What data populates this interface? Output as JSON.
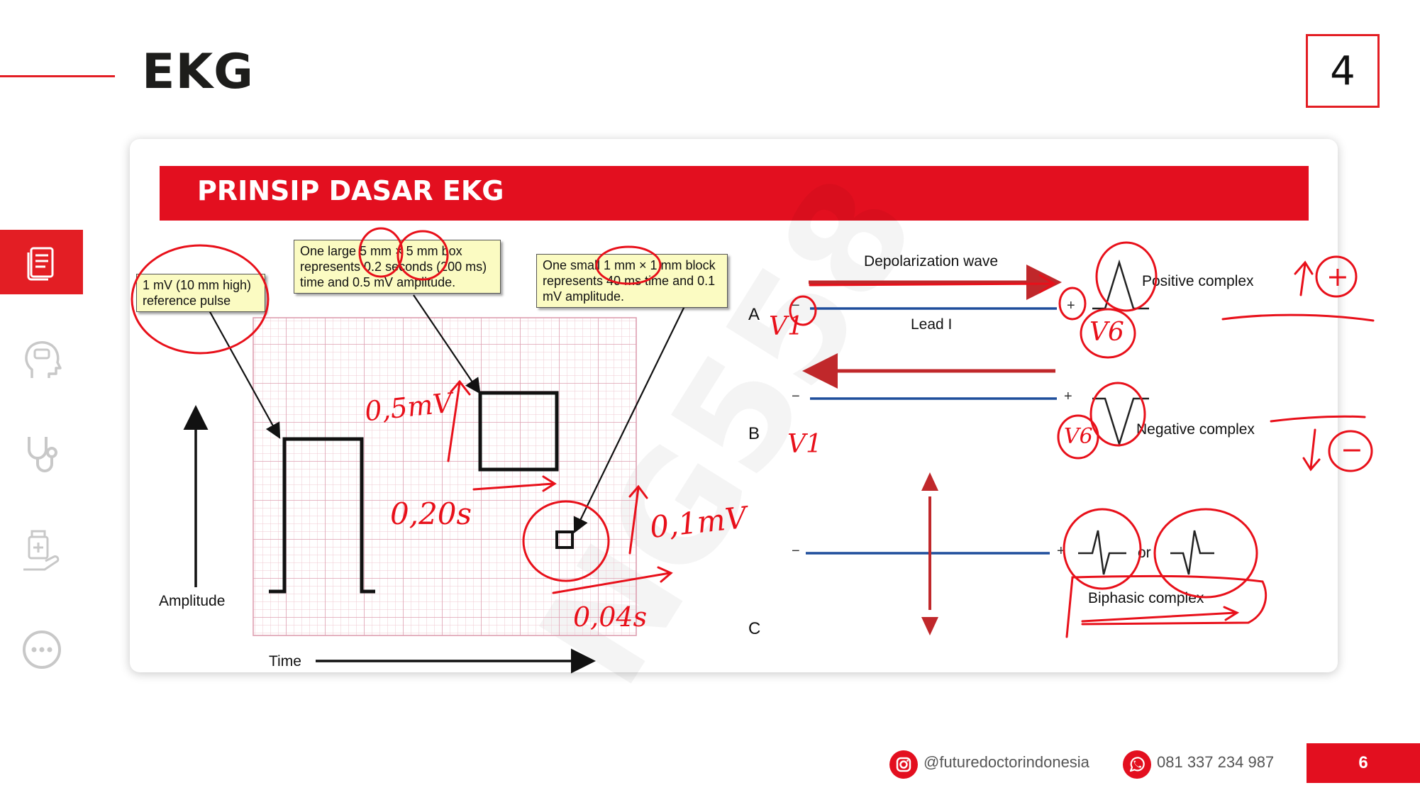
{
  "slide": {
    "title": "EKG",
    "chapter_number": "4",
    "section_header": "PRINSIP DASAR EKG",
    "page_number": "6"
  },
  "sidebar": {
    "items": [
      {
        "icon": "document-icon",
        "active": true
      },
      {
        "icon": "head-icon",
        "active": false
      },
      {
        "icon": "stethoscope-icon",
        "active": false
      },
      {
        "icon": "medicine-icon",
        "active": false
      },
      {
        "icon": "more-icon",
        "active": false
      }
    ]
  },
  "figure_left": {
    "callout_ref_pulse": "1 mV (10 mm high) reference pulse",
    "callout_large_box": "One large 5 mm × 5 mm box represents 0.2 seconds (200 ms) time and 0.5 mV amplitude.",
    "callout_small_box": "One small 1 mm × 1 mm block represents 40 ms time and 0.1 mV amplitude.",
    "amplitude_label": "Amplitude",
    "time_label": "Time"
  },
  "figure_right": {
    "row_a": "A",
    "row_b": "B",
    "row_c": "C",
    "depolarization_label": "Depolarization wave",
    "lead_label": "Lead I",
    "positive_complex": "Positive complex",
    "negative_complex": "Negative complex",
    "biphasic_complex": "Biphasic complex",
    "or_label": "or",
    "minus_sign": "−",
    "plus_sign": "+"
  },
  "handwriting": {
    "large_amp": "0,5mV",
    "large_time": "0,20s",
    "small_amp": "0,1mV",
    "small_time": "0,04s",
    "v1_a": "V1",
    "v6_a": "V6",
    "v1_b": "V1",
    "v6_b": "V6",
    "plus_circle": "+",
    "minus_circle": "−"
  },
  "footer": {
    "instagram": "@futuredoctorindonesia",
    "phone": "081 337 234 987"
  },
  "colors": {
    "accent_red": "#e30f1f",
    "lead_blue": "#1f4e9c",
    "arrow_red": "#c0282b",
    "grid_pink": "#e9b5c2",
    "callout_yellow": "#fbfbc2"
  }
}
